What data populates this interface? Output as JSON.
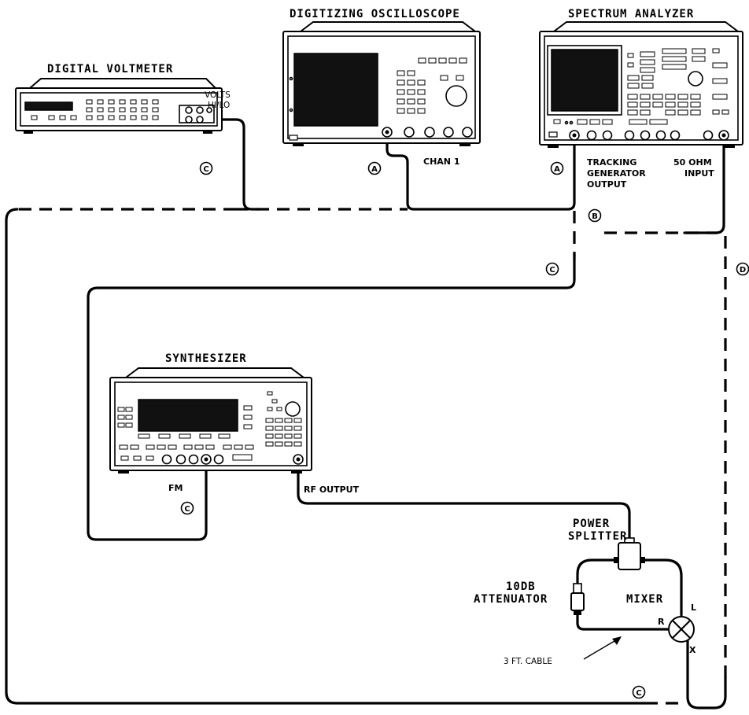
{
  "instruments": {
    "voltmeter": {
      "title": "DIGITAL VOLTMETER",
      "port_label_1": "VOLTS",
      "port_label_2": "HI/LO"
    },
    "oscilloscope": {
      "title": "DIGITIZING OSCILLOSCOPE",
      "port_label": "CHAN 1"
    },
    "analyzer": {
      "title": "SPECTRUM ANALYZER",
      "tg_line1": "TRACKING",
      "tg_line2": "GENERATOR",
      "tg_line3": "OUTPUT",
      "in_line1": "50  OHM",
      "in_line2": "INPUT"
    },
    "synthesizer": {
      "title": "SYNTHESIZER",
      "fm_label": "FM",
      "rf_label": "RF  OUTPUT"
    }
  },
  "components": {
    "splitter_line1": "POWER",
    "splitter_line2": "SPLITTER",
    "attenuator_line1": "10DB",
    "attenuator_line2": "ATTENUATOR",
    "mixer_label": "MIXER",
    "mixer_port_l": "L",
    "mixer_port_r": "R",
    "mixer_port_x": "X",
    "cable_note": "3  FT.  CABLE"
  },
  "markers": {
    "a1": "A",
    "a2": "A",
    "b1": "B",
    "c1": "C",
    "c2": "C",
    "c3": "C",
    "c4": "C",
    "d1": "D"
  }
}
